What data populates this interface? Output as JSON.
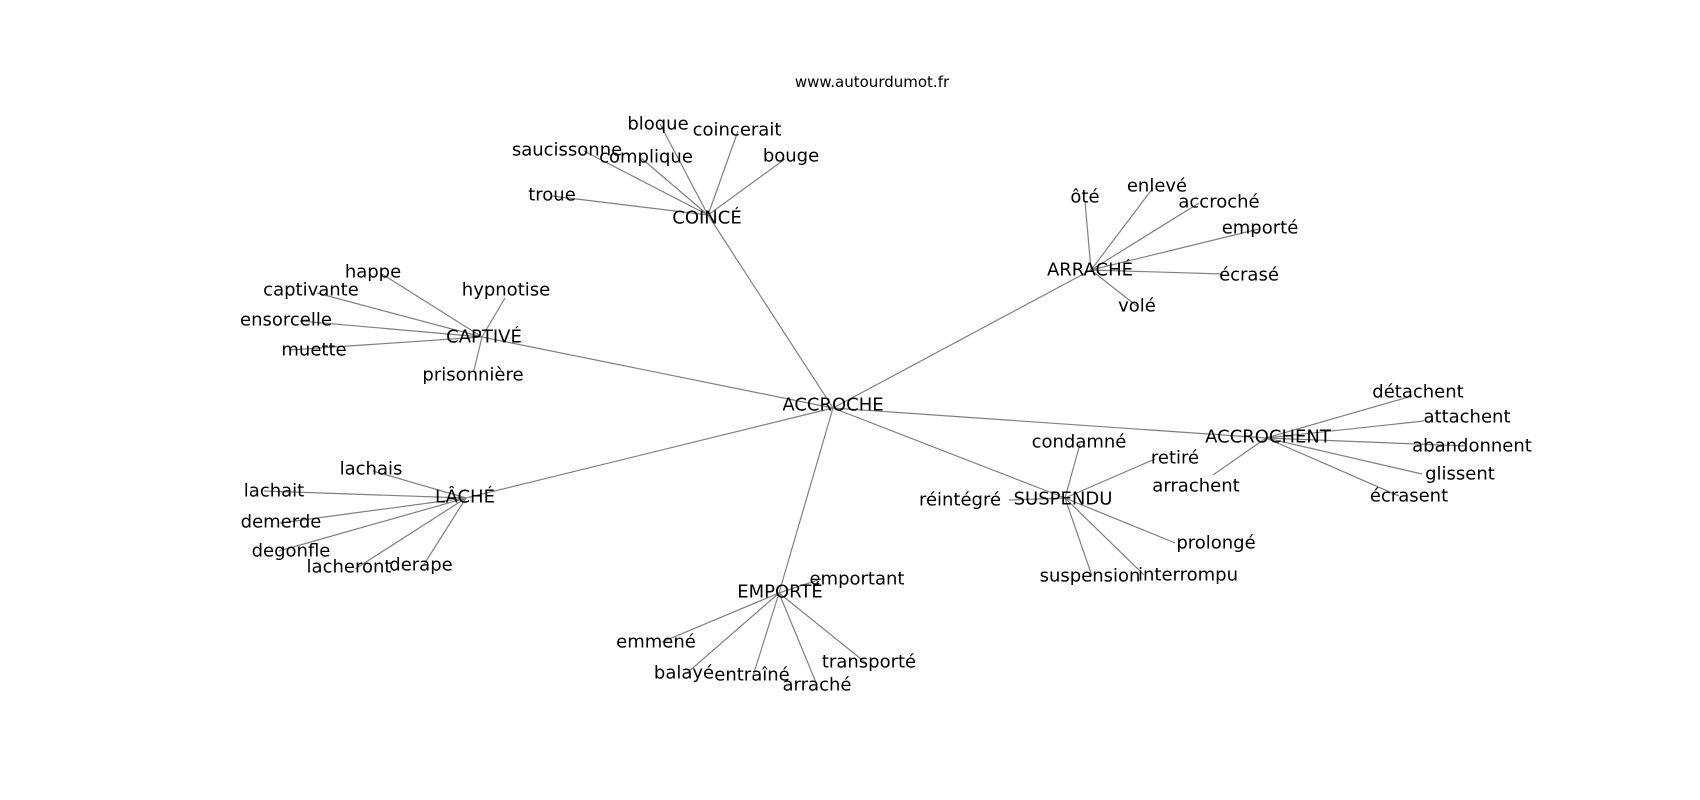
{
  "source": "www.autourdumot.fr",
  "graph": {
    "root": "ACCROCHE",
    "groups": [
      {
        "hub": "COINCÉ",
        "words": [
          "troue",
          "saucissonne",
          "complique",
          "bloque",
          "coincerait",
          "bouge"
        ]
      },
      {
        "hub": "ARRACHÉ",
        "words": [
          "ôté",
          "enlevé",
          "accroché",
          "emporté",
          "écrasé",
          "volé"
        ]
      },
      {
        "hub": "CAPTIVÉ",
        "words": [
          "happe",
          "captivante",
          "ensorcelle",
          "muette",
          "hypnotise",
          "prisonnière"
        ]
      },
      {
        "hub": "ACCROCHENT",
        "words": [
          "détachent",
          "attachent",
          "abandonnent",
          "glissent",
          "écrasent",
          "arrachent"
        ]
      },
      {
        "hub": "SUSPENDU",
        "words": [
          "condamné",
          "retiré",
          "réintégré",
          "prolongé",
          "suspension",
          "interrompu"
        ]
      },
      {
        "hub": "LÂCHÉ",
        "words": [
          "lachais",
          "lachait",
          "demerde",
          "degonfle",
          "lacheront",
          "derape"
        ]
      },
      {
        "hub": "EMPORTÉ",
        "words": [
          "emportant",
          "emmené",
          "balayé",
          "entraîné",
          "arraché",
          "transporté"
        ]
      }
    ]
  }
}
